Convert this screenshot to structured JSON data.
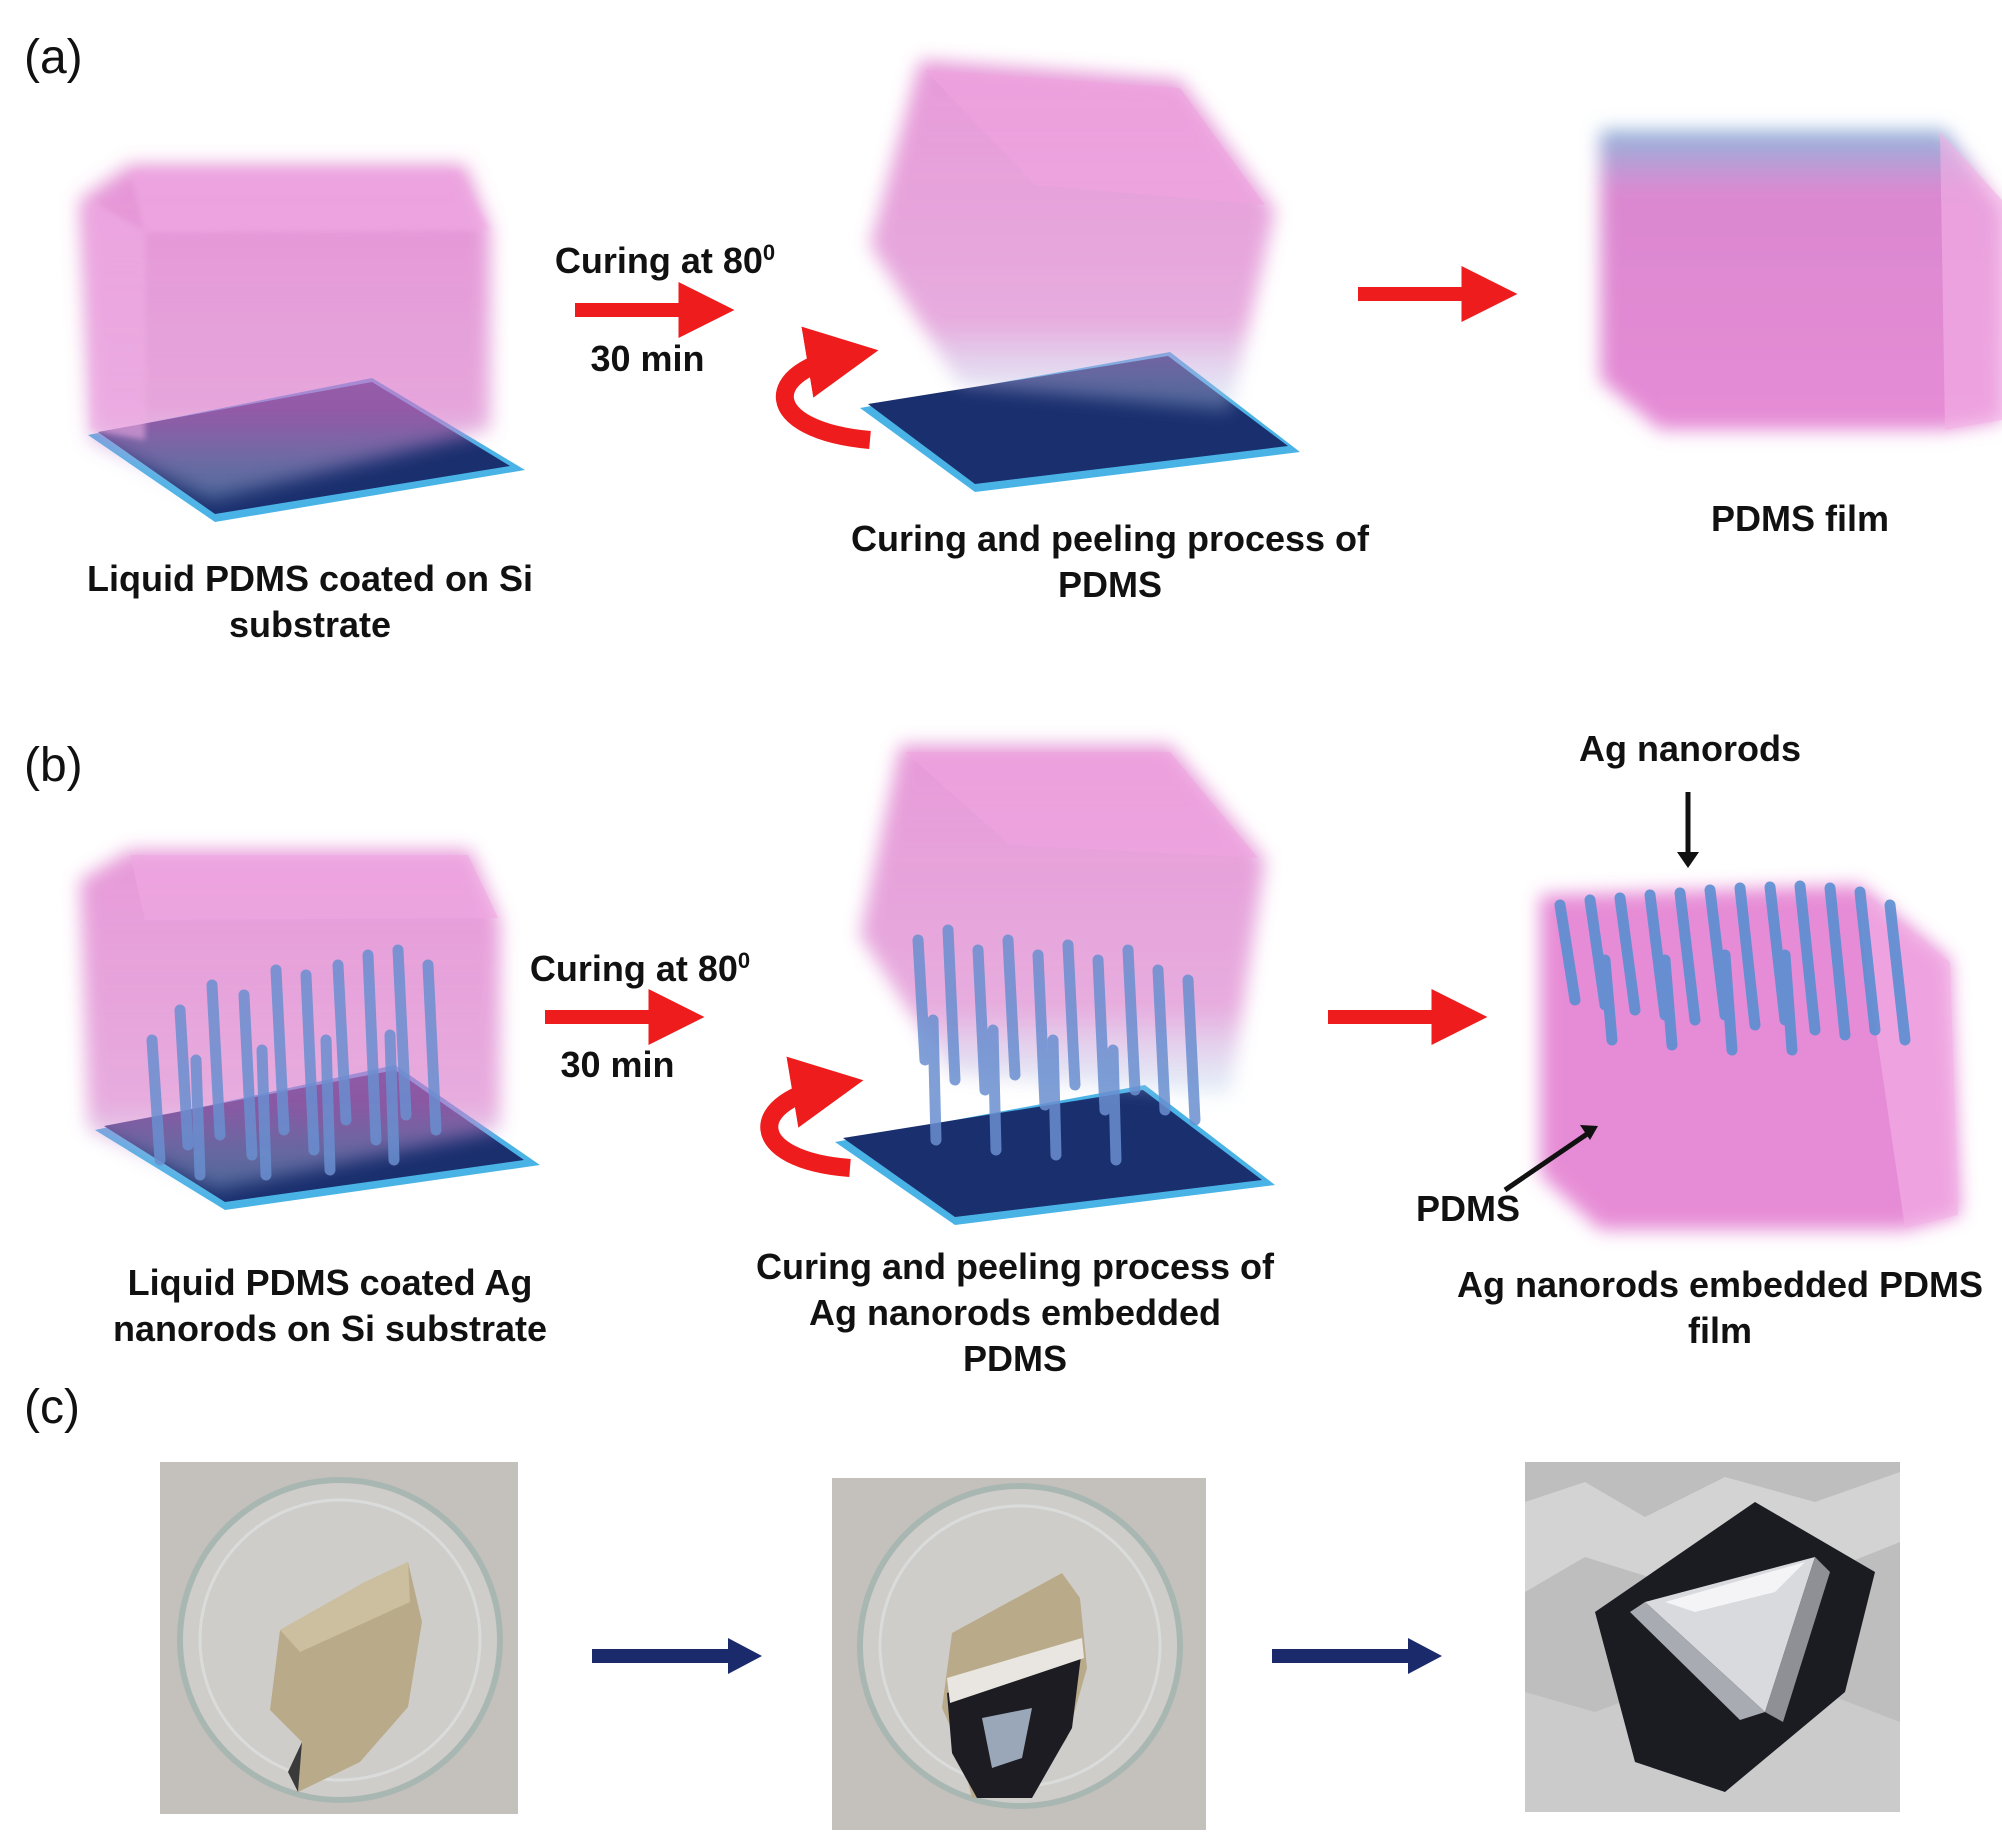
{
  "panels": {
    "a": {
      "label": "(a)",
      "step1_caption": "Liquid PDMS coated on Si substrate",
      "condition_line1": "Curing at 80",
      "condition_sup": "0",
      "condition_line2": "30 min",
      "step2_caption": "Curing and peeling process of  PDMS",
      "step3_caption": "PDMS film"
    },
    "b": {
      "label": "(b)",
      "step1_caption": "Liquid PDMS coated Ag nanorods on Si substrate",
      "condition_line1": "Curing at 80",
      "condition_sup": "0",
      "condition_line2": "30 min",
      "step2_caption": "Curing and peeling process of Ag nanorods embedded PDMS",
      "step3_caption": "Ag nanorods embedded PDMS film",
      "callout_nanorods": "Ag nanorods",
      "callout_pdms": "PDMS"
    },
    "c": {
      "label": "(c)"
    }
  },
  "colors": {
    "pdms": "#e37fd0",
    "substrate_top": "#1a2f6e",
    "substrate_edge": "#4ab3e6",
    "nanorod": "#6aa9d8",
    "process_arrow": "#ee1c1c",
    "photo_arrow": "#1b2a6b"
  }
}
